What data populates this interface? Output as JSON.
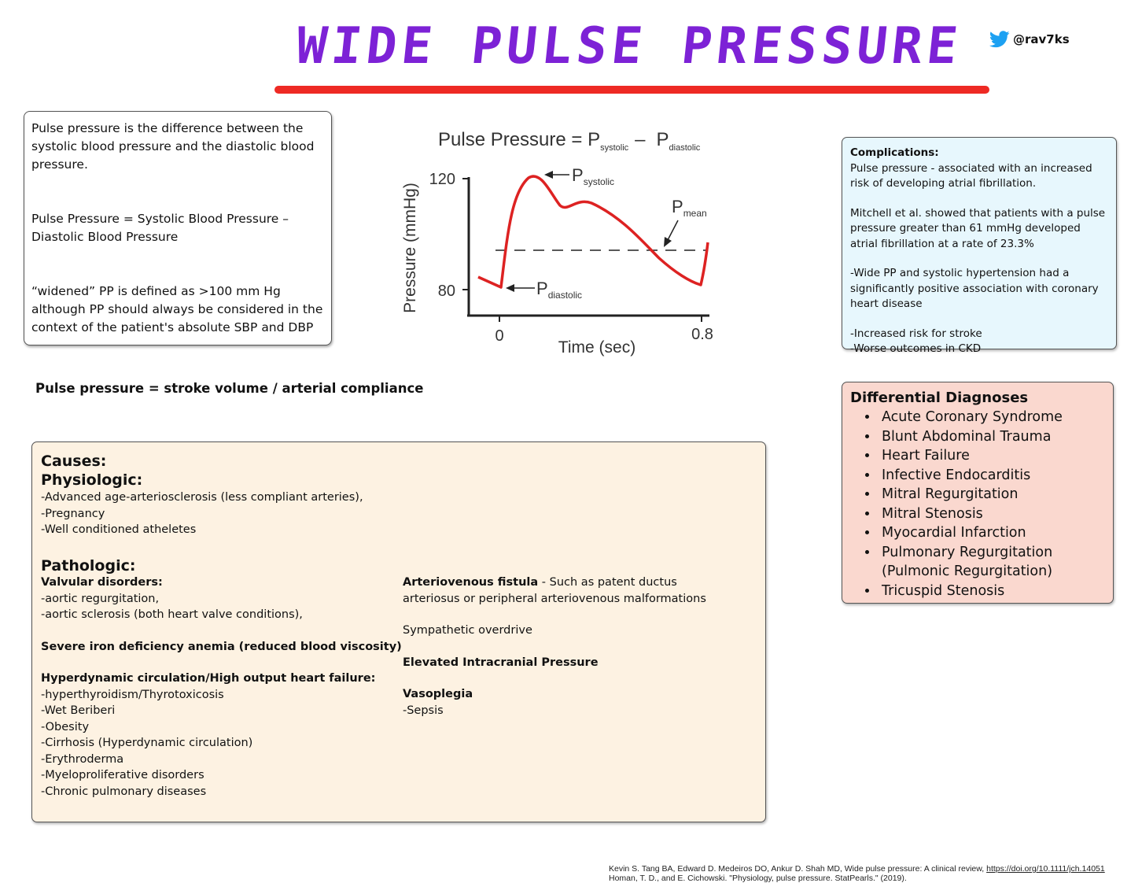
{
  "title": "WIDE PULSE PRESSURE",
  "handle": "@rav7ks",
  "icons": {
    "twitter": "twitter-bird-icon"
  },
  "colors": {
    "title": "#7d22d6",
    "underline": "#ee2a24",
    "curve": "#dd2222",
    "complications_bg": "#e7f7fd",
    "differential_bg": "#fad8cf",
    "causes_bg": "#fdf2e2"
  },
  "definition": {
    "p1": "Pulse pressure is the difference between the systolic blood pressure and the diastolic blood pressure.",
    "p2": "Pulse Pressure = Systolic Blood Pressure – Diastolic Blood Pressure",
    "p3": "“widened” PP is defined as >100 mm Hg although PP should always be considered in the context of the patient's absolute SBP and DBP"
  },
  "graph": {
    "equation_lhs": "Pulse Pressure = P",
    "sub_systolic": "systolic",
    "minus": "–",
    "p_letter": "P",
    "sub_diastolic": "diastolic",
    "label_systolic_sub": "systolic",
    "label_mean_sub": "mean",
    "label_diastolic_sub": "diastolic",
    "y_axis_label": "Pressure (mmHg)",
    "x_axis_label": "Time (sec)",
    "y_ticks": [
      "120",
      "80"
    ],
    "x_ticks": [
      "0",
      "0.8"
    ]
  },
  "equation": "Pulse pressure = stroke volume / arterial compliance",
  "complications": {
    "title": "Complications:",
    "p1": "Pulse pressure - associated with an increased risk of developing atrial fibrillation.",
    "p2": "Mitchell et al. showed that patients with a pulse pressure greater than 61 mmHg developed atrial fibrillation at a rate of 23.3%",
    "p3": "-Wide PP and systolic hypertension had a significantly positive association with coronary heart disease",
    "p4": "-Increased risk for stroke",
    "p5": "-Worse outcomes in CKD"
  },
  "differential": {
    "title": "Differential Diagnoses",
    "items": [
      "Acute Coronary Syndrome",
      "Blunt Abdominal Trauma",
      "Heart Failure",
      "Infective Endocarditis",
      "Mitral Regurgitation",
      "Mitral Stenosis",
      "Myocardial Infarction",
      "Pulmonary Regurgitation (Pulmonic Regurgitation)",
      "Tricuspid Stenosis"
    ]
  },
  "causes": {
    "title": "Causes:",
    "physiologic_title": "Physiologic:",
    "physiologic": [
      "-Advanced age-arteriosclerosis (less compliant arteries),",
      "-Pregnancy",
      "-Well conditioned atheletes"
    ],
    "pathologic_title": "Pathologic:",
    "valvular_title": "Valvular disorders:",
    "valvular": [
      "-aortic regurgitation,",
      "-aortic sclerosis (both heart valve conditions),"
    ],
    "anemia": "Severe iron deficiency anemia (reduced blood viscosity)",
    "hyperdynamic_title": "Hyperdynamic circulation/High output heart failure:",
    "hyperdynamic": [
      "-hyperthyroidism/Thyrotoxicosis",
      "-Wet Beriberi",
      "-Obesity",
      "-Cirrhosis (Hyperdynamic circulation)",
      "-Erythroderma",
      "-Myeloproliferative disorders",
      "-Chronic pulmonary diseases"
    ],
    "av_fistula_title": "Arteriovenous fistula",
    "av_fistula_text": " - Such as patent ductus arteriosus or peripheral arteriovenous malformations",
    "sympathetic": "Sympathetic overdrive",
    "icp": "Elevated Intracranial Pressure",
    "vasoplegia_title": "Vasoplegia",
    "vasoplegia": "-Sepsis"
  },
  "references": {
    "ref1_text": "Kevin S. Tang BA, Edward D. Medeiros DO, Ankur D. Shah MD,  Wide pulse pressure: A clinical review, ",
    "ref1_link": "https://doi.org/10.1111/jch.14051",
    "ref2": "Homan, T. D., and E. Cichowski. \"Physiology, pulse pressure. StatPearls.\" (2019)."
  }
}
